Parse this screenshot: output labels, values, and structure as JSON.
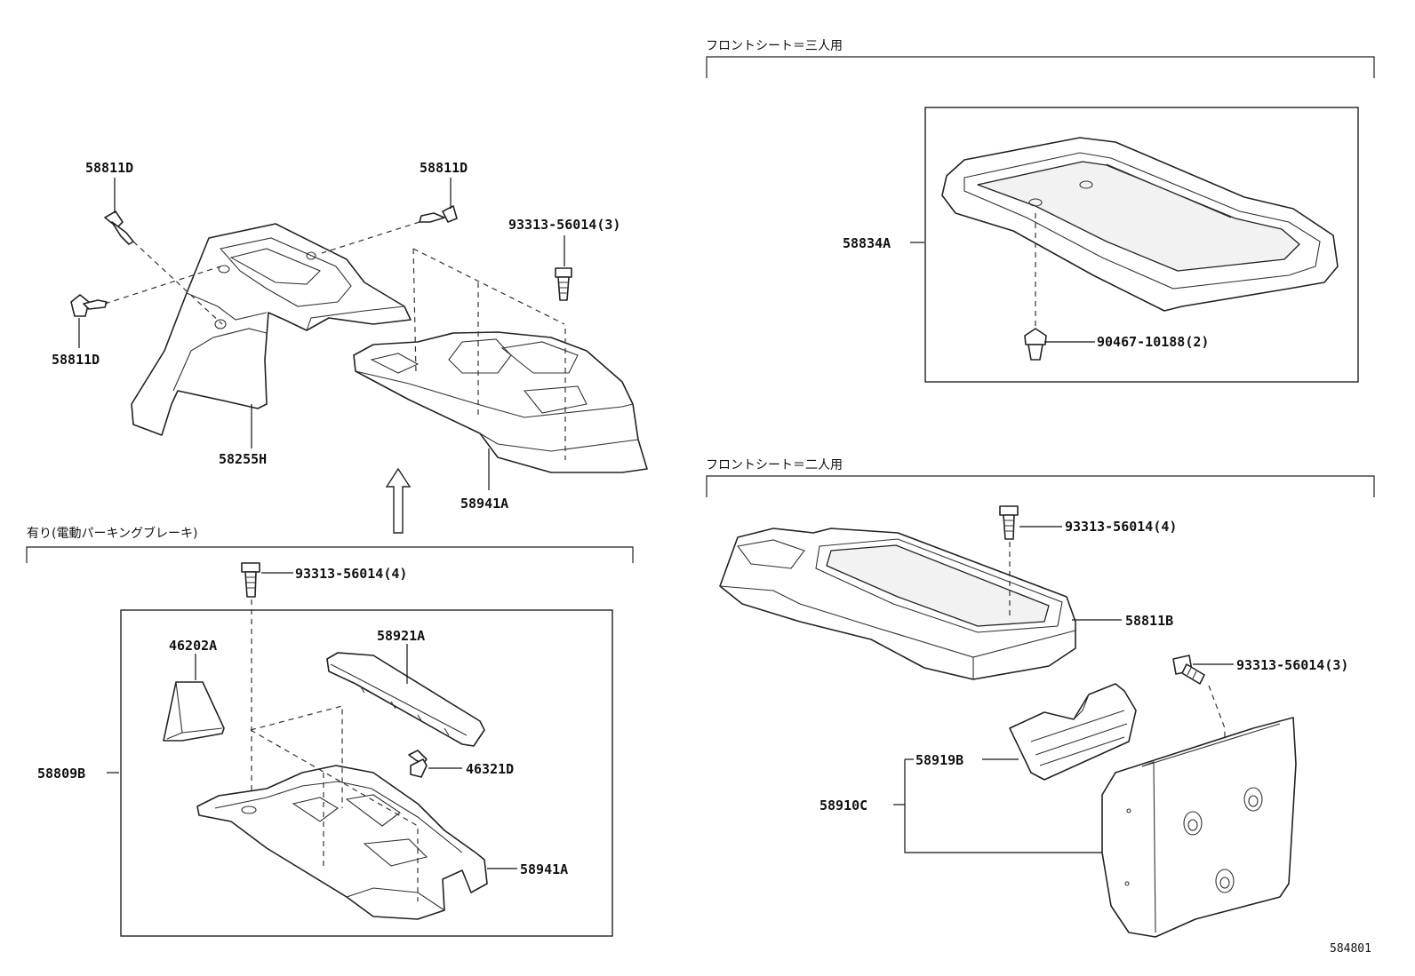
{
  "notes": {
    "three_seat": "フロントシート＝三人用",
    "two_seat": "フロントシート＝二人用",
    "epb": "有り(電動パーキングブレーキ)"
  },
  "labels": {
    "clip_top_left": "58811D",
    "clip_top_right": "58811D",
    "clip_left": "58811D",
    "panel_58255h": "58255H",
    "bolt_top": "93313-56014(3)",
    "console_top": "58941A",
    "tray_58834a": "58834A",
    "clip_90467": "90467-10188(2)",
    "bolt_two_seat": "93313-56014(4)",
    "box_58811b": "58811B",
    "bolt_lid": "93313-56014(3)",
    "hinge_58919b": "58919B",
    "lid_58910c": "58910C",
    "bolt_epb": "93313-56014(4)",
    "switch_46202a": "46202A",
    "cover_58921a": "58921A",
    "pin_46321d": "46321D",
    "console_epb": "58941A",
    "assy_58809b": "58809B"
  },
  "figure_number": "584801"
}
